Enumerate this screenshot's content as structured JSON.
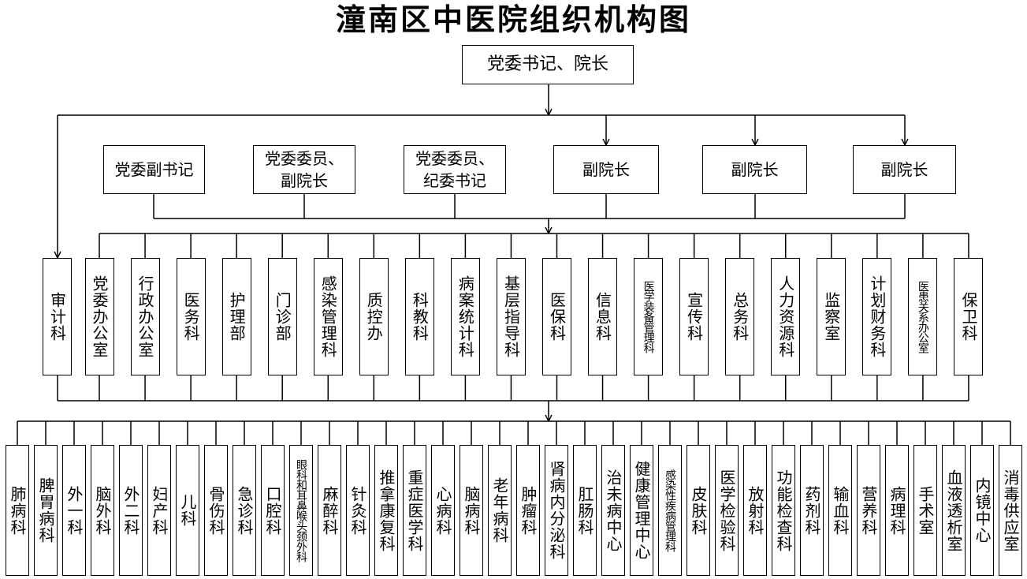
{
  "title": "潼南区中医院组织机构图",
  "top": "党委书记、院长",
  "level2": [
    "党委副书记",
    "党委委员、\n副院长",
    "党委委员、\n纪委书记",
    "副院长",
    "副院长",
    "副院长"
  ],
  "audit": "审计科",
  "functional_depts": [
    "党委办公室",
    "行政办公室",
    "医务科",
    "护理部",
    "门诊部",
    "感染管理科",
    "质控办",
    "科教科",
    "病案统计科",
    "基层指导科",
    "医保科",
    "信息科",
    "医学装备管理科",
    "宣传科",
    "总务科",
    "人力资源科",
    "监察室",
    "计划财务科",
    "医患关系办公室",
    "保卫科"
  ],
  "clinical_depts": [
    "肺病科",
    "脾胃病科",
    "外一科",
    "脑外科",
    "外二科",
    "妇产科",
    "儿科",
    "骨伤科",
    "急诊科",
    "口腔科",
    "眼科和耳鼻喉头颈外科",
    "麻醉科",
    "针灸科",
    "推拿康复科",
    "重症医学科",
    "心病科",
    "脑病科",
    "老年病科",
    "肿瘤科",
    "肾病内分泌科",
    "肛肠科",
    "治未病中心",
    "健康管理中心",
    "感染性疾病管理科",
    "皮肤科",
    "医学检验科",
    "放射科",
    "功能检查科",
    "药剂科",
    "输血科",
    "营养科",
    "病理科",
    "手术室",
    "血液透析室",
    "内镜中心",
    "消毒供应室"
  ]
}
